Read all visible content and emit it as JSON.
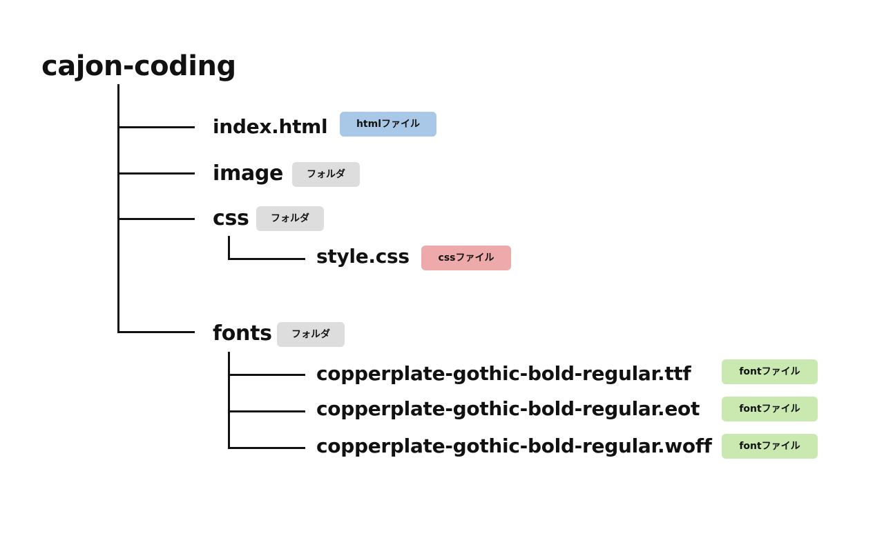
{
  "root": {
    "label": "cajon-coding"
  },
  "items": [
    {
      "id": "index",
      "label": "index.html",
      "badge": "htmlファイル",
      "kind": "html"
    },
    {
      "id": "image",
      "label": "image",
      "badge": "フォルダ",
      "kind": "folder"
    },
    {
      "id": "css",
      "label": "css",
      "badge": "フォルダ",
      "kind": "folder",
      "children": [
        {
          "id": "style",
          "label": "style.css",
          "badge": "cssファイル",
          "kind": "css"
        }
      ]
    },
    {
      "id": "fonts",
      "label": "fonts",
      "badge": "フォルダ",
      "kind": "folder",
      "children": [
        {
          "id": "ttf",
          "label": "copperplate-gothic-bold-regular.ttf",
          "badge": "fontファイル",
          "kind": "font"
        },
        {
          "id": "eot",
          "label": "copperplate-gothic-bold-regular.eot",
          "badge": "fontファイル",
          "kind": "font"
        },
        {
          "id": "woff",
          "label": "copperplate-gothic-bold-regular.woff",
          "badge": "fontファイル",
          "kind": "font"
        }
      ]
    }
  ],
  "colors": {
    "html_badge": "#a9c8e8",
    "folder_badge": "#dddddd",
    "css_badge": "#eeaaaa",
    "font_badge": "#c9e9b0",
    "line": "#111111"
  }
}
